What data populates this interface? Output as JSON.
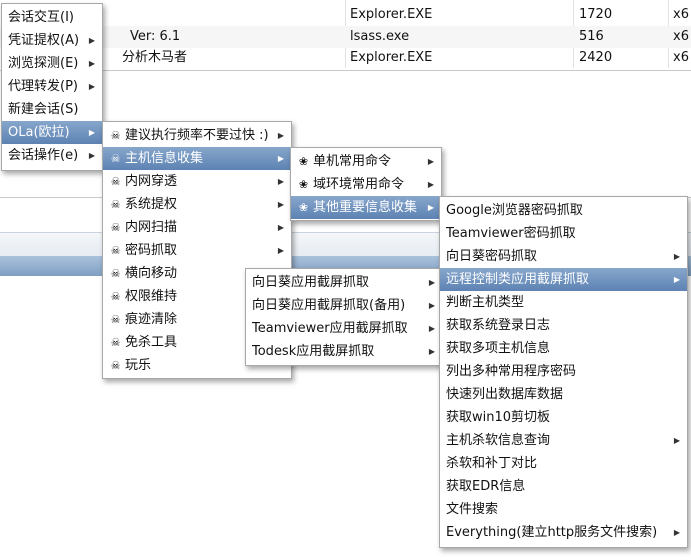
{
  "table": {
    "rows": [
      {
        "left": "",
        "process": "Explorer.EXE",
        "pid": "1720",
        "arch": "x6"
      },
      {
        "left": "Ver: 6.1",
        "process": "lsass.exe",
        "pid": "516",
        "arch": "x6"
      },
      {
        "left": "分析木马者",
        "process": "Explorer.EXE",
        "pid": "2420",
        "arch": "x6"
      }
    ]
  },
  "menu_main": {
    "items": [
      {
        "label": "会话交互(I)",
        "submenu": false
      },
      {
        "label": "凭证提权(A)",
        "submenu": true
      },
      {
        "label": "浏览探测(E)",
        "submenu": true
      },
      {
        "label": "代理转发(P)",
        "submenu": true
      },
      {
        "label": "新建会话(S)",
        "submenu": false
      },
      {
        "label": "OLa(欧拉)",
        "submenu": true
      },
      {
        "label": "会话操作(e)",
        "submenu": true
      }
    ]
  },
  "menu_ola": {
    "items": [
      {
        "label": "建议执行频率不要过快 :)",
        "submenu": true
      },
      {
        "label": "主机信息收集",
        "submenu": true
      },
      {
        "label": "内网穿透",
        "submenu": true
      },
      {
        "label": "系统提权",
        "submenu": true
      },
      {
        "label": "内网扫描",
        "submenu": true
      },
      {
        "label": "密码抓取",
        "submenu": true
      },
      {
        "label": "横向移动",
        "submenu": false
      },
      {
        "label": "权限维持",
        "submenu": false
      },
      {
        "label": "痕迹清除",
        "submenu": false
      },
      {
        "label": "免杀工具",
        "submenu": false
      },
      {
        "label": "玩乐",
        "submenu": false
      }
    ]
  },
  "menu_host": {
    "items": [
      {
        "label": "单机常用命令",
        "submenu": true
      },
      {
        "label": "域环境常用命令",
        "submenu": true
      },
      {
        "label": "其他重要信息收集",
        "submenu": true
      }
    ]
  },
  "menu_other": {
    "items": [
      {
        "label": "Google浏览器密码抓取",
        "submenu": false
      },
      {
        "label": "Teamviewer密码抓取",
        "submenu": false
      },
      {
        "label": "向日葵密码抓取",
        "submenu": true
      },
      {
        "label": "远程控制类应用截屏抓取",
        "submenu": true
      },
      {
        "label": "判断主机类型",
        "submenu": false
      },
      {
        "label": "获取系统登录日志",
        "submenu": false
      },
      {
        "label": "获取多项主机信息",
        "submenu": false
      },
      {
        "label": "列出多种常用程序密码",
        "submenu": false
      },
      {
        "label": "快速列出数据库数据",
        "submenu": false
      },
      {
        "label": "获取win10剪切板",
        "submenu": false
      },
      {
        "label": "主机杀软信息查询",
        "submenu": true
      },
      {
        "label": "杀软和补丁对比",
        "submenu": false
      },
      {
        "label": "获取EDR信息",
        "submenu": false
      },
      {
        "label": "文件搜索",
        "submenu": false
      },
      {
        "label": "Everything(建立http服务文件搜索)",
        "submenu": true
      }
    ]
  },
  "menu_screen": {
    "items": [
      {
        "label": "向日葵应用截屏抓取",
        "submenu": true
      },
      {
        "label": "向日葵应用截屏抓取(备用)",
        "submenu": true
      },
      {
        "label": "Teamviewer应用截屏抓取",
        "submenu": true
      },
      {
        "label": "Todesk应用截屏抓取",
        "submenu": true
      }
    ]
  },
  "icons": {
    "skull": "☠",
    "flower": "❀",
    "arrow": "▶"
  },
  "colors": {
    "highlight": "#6a8dbb",
    "menu_border": "#a8a8a8",
    "header_bar": "#8fadcd"
  }
}
